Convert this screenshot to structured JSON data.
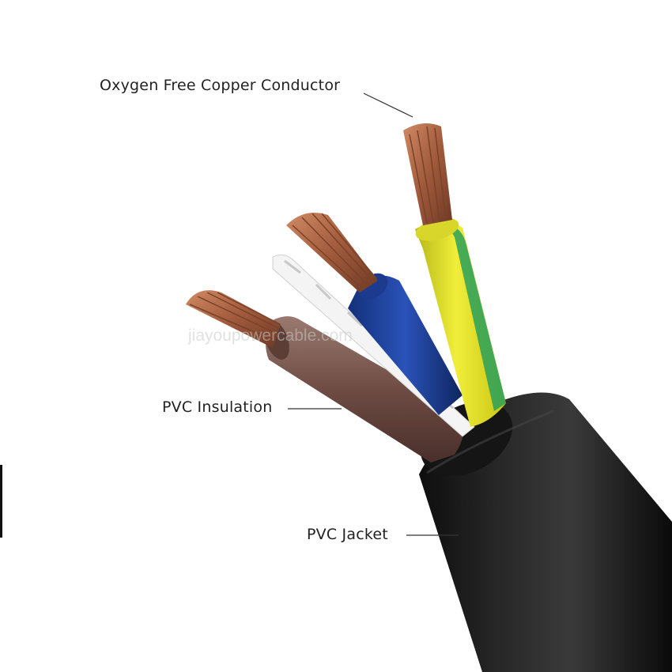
{
  "labels": {
    "conductor": "Oxygen Free Copper Conductor",
    "insulation": "PVC Insulation",
    "jacket": "PVC Jacket"
  },
  "watermark": "jiayoupowercable.com",
  "colors": {
    "jacket": "#1a1a1a",
    "copper": "#b06a48",
    "brown_insulation": "#7a5a50",
    "blue_insulation": "#1f3f9a",
    "yellow_green_insulation": "#d9d822",
    "green_stripe": "#2aa05a",
    "filler": "#f2f2f2",
    "leader_line": "#333333"
  }
}
